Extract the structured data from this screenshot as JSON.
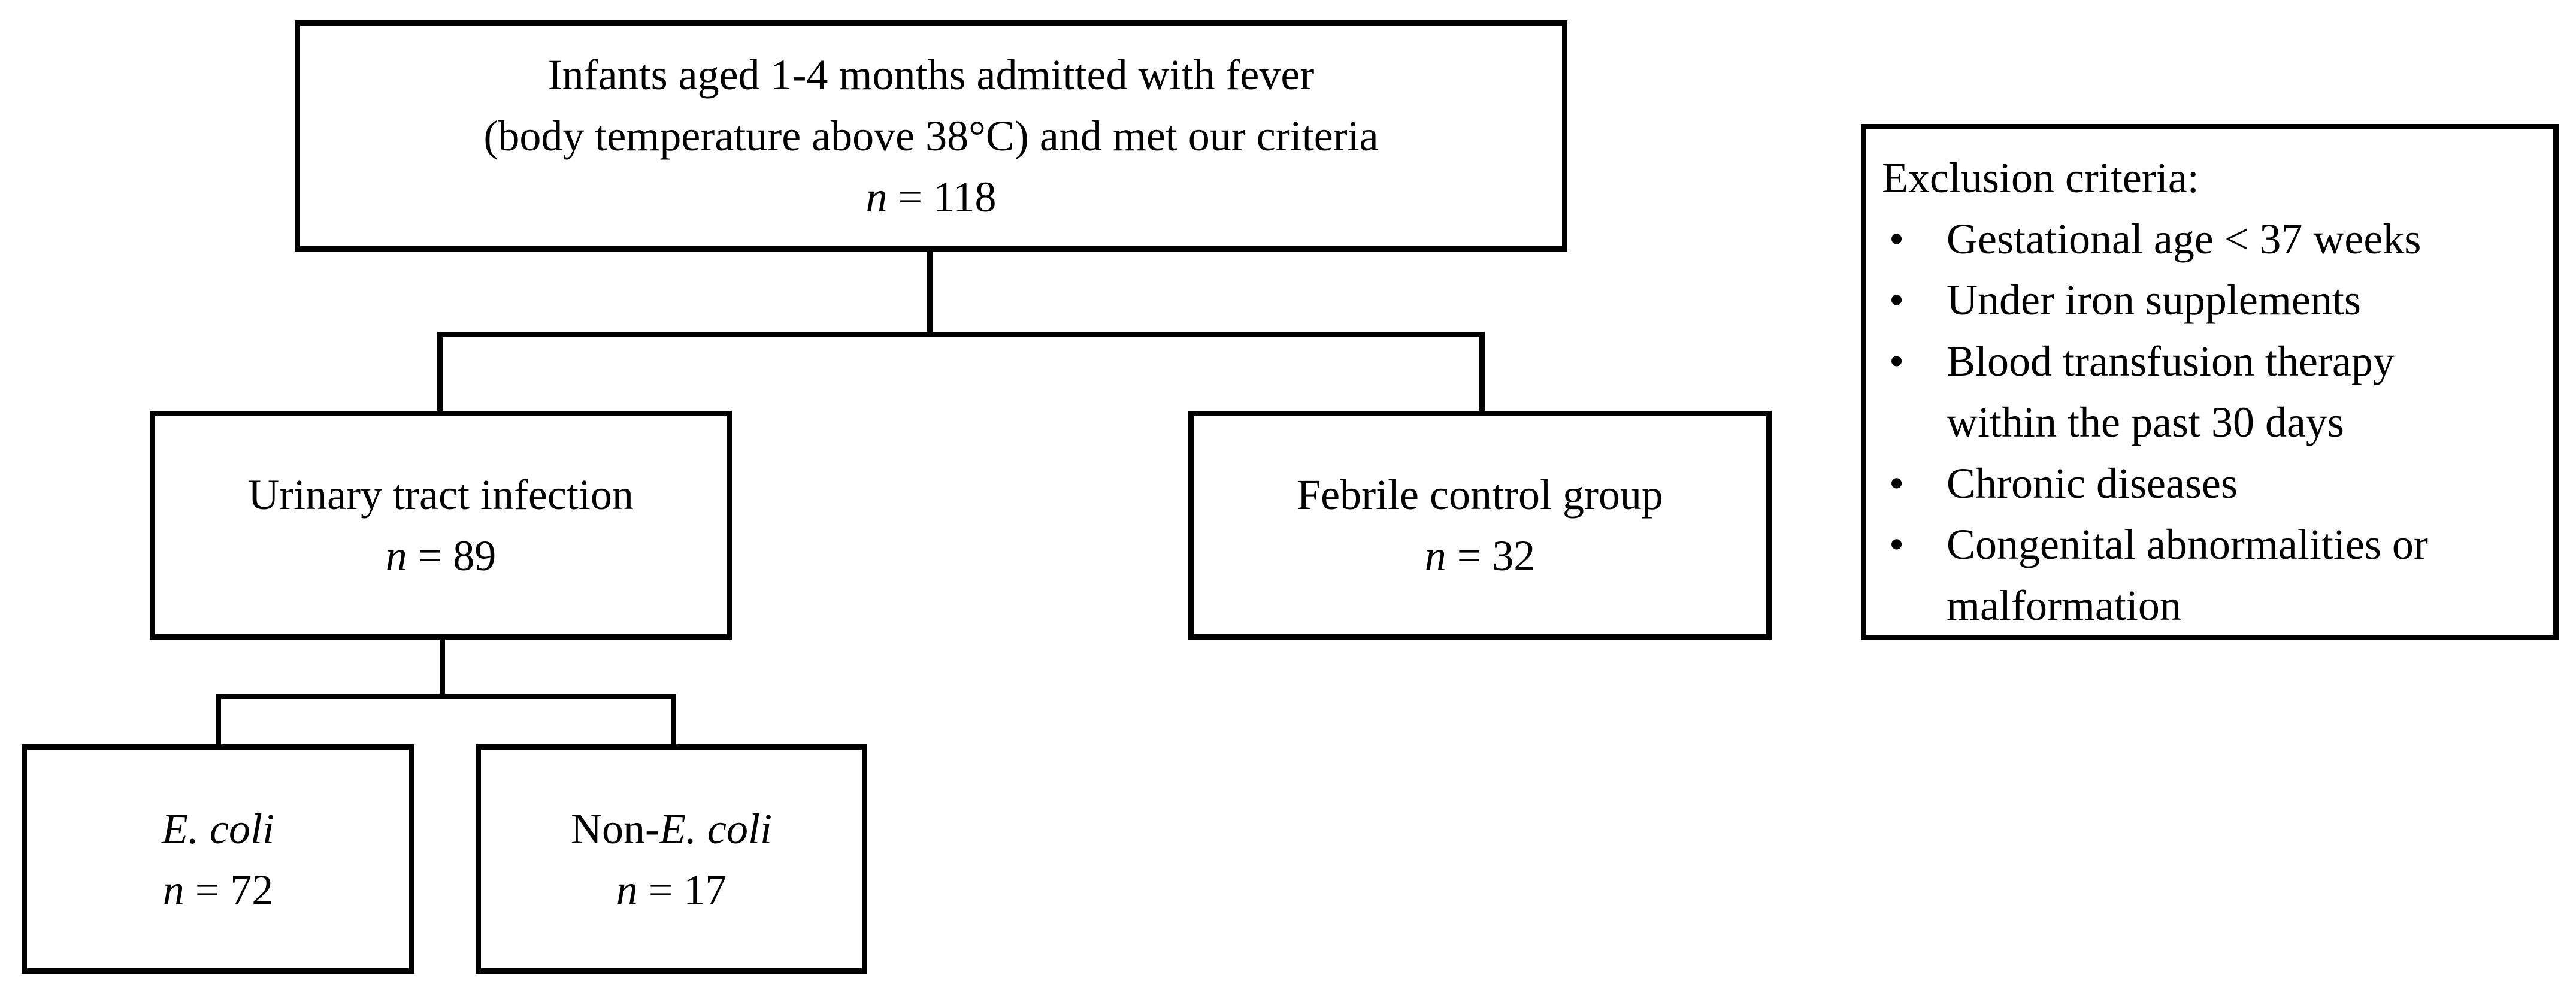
{
  "root": {
    "line1": "Infants aged 1-4 months admitted with fever",
    "line2": "(body temperature above 38°C) and met our criteria",
    "n_symbol": "n",
    "n_equals": " = 118"
  },
  "uti": {
    "label": "Urinary tract infection",
    "n_symbol": "n",
    "n_equals": " = 89"
  },
  "control": {
    "label": "Febrile control group",
    "n_symbol": "n",
    "n_equals": " = 32"
  },
  "ecoli": {
    "label": "E. coli",
    "n_symbol": "n",
    "n_equals": " = 72"
  },
  "non_ecoli": {
    "prefix": "Non-",
    "label_italic": "E. coli",
    "n_symbol": "n",
    "n_equals": " = 17"
  },
  "exclusion": {
    "title": "Exclusion criteria:",
    "bullet": "•",
    "items": [
      [
        "Gestational age < 37 weeks"
      ],
      [
        "Under iron supplements"
      ],
      [
        "Blood transfusion therapy",
        "within the past 30 days"
      ],
      [
        "Chronic diseases"
      ],
      [
        "Congenital abnormalities or",
        "malformation"
      ]
    ]
  }
}
